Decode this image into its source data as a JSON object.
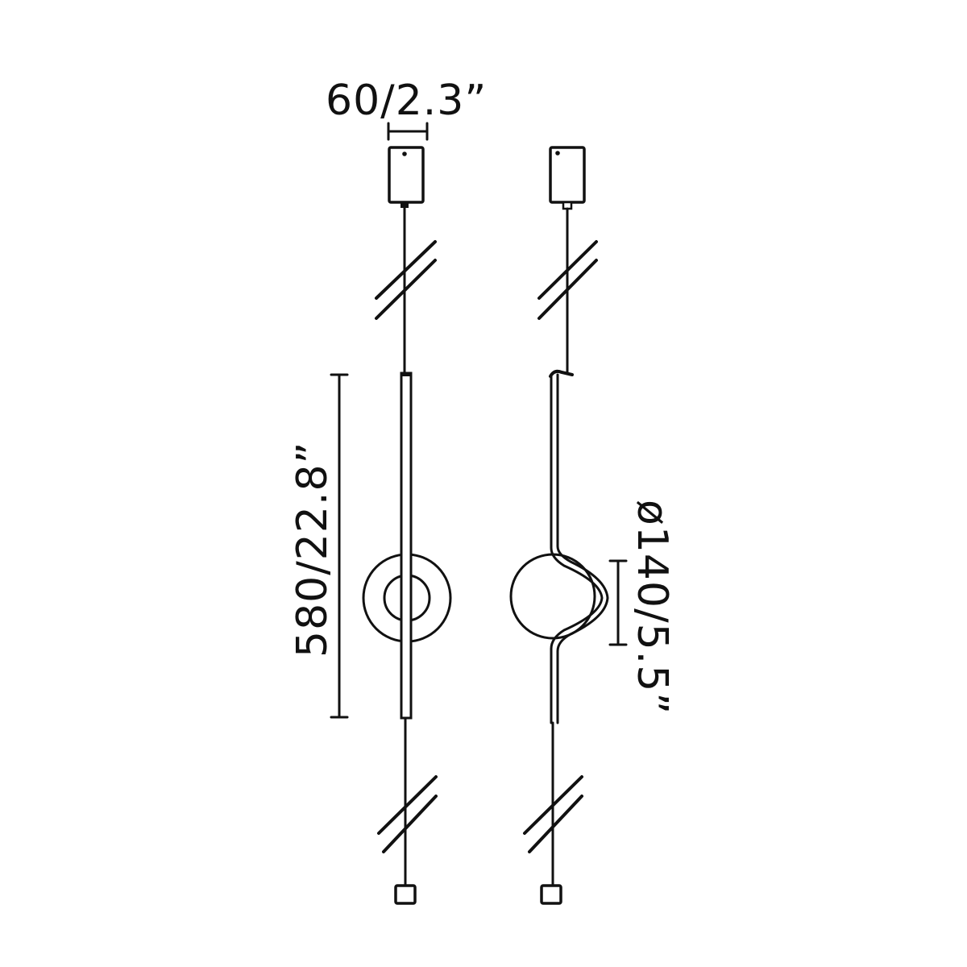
{
  "diagram": {
    "type": "technical-dimension-drawing",
    "subject": "pendant lamp (front and side views)",
    "colors": {
      "line": "#111111",
      "background": "#ffffff"
    },
    "dimensions": {
      "canopy_width": "60/2.3”",
      "body_height": "580/22.8”",
      "shade_diameter": "ø140/5.5”"
    },
    "views": [
      {
        "name": "front-view",
        "parts": [
          "canopy",
          "cable",
          "break-mark",
          "vertical-tube",
          "ring-shade",
          "break-mark",
          "end-cap"
        ]
      },
      {
        "name": "side-view",
        "parts": [
          "canopy",
          "cable",
          "break-mark",
          "curved-tube",
          "globe-shade",
          "break-mark",
          "end-cap"
        ]
      }
    ]
  }
}
